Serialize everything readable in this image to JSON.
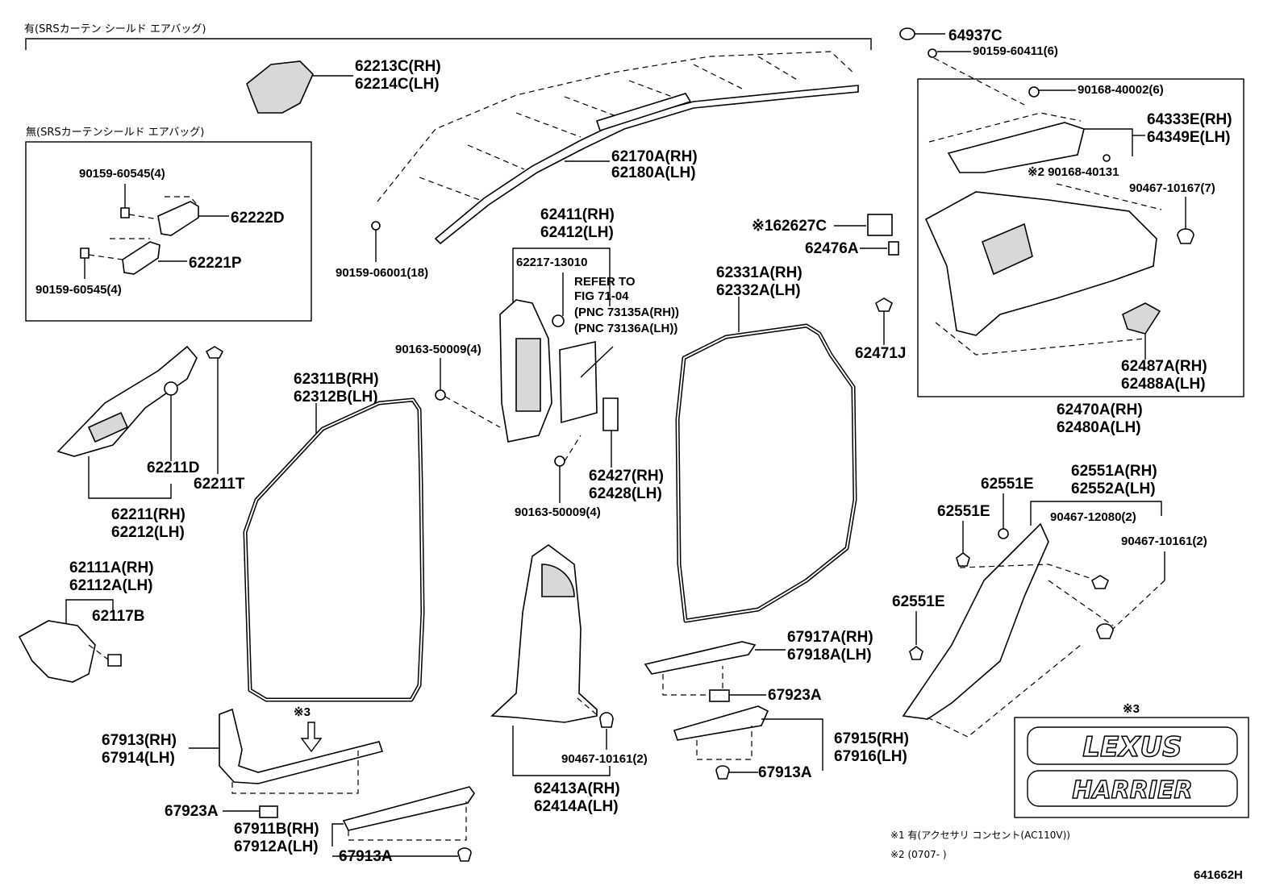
{
  "headers": {
    "with_srs": "有(SRSカーテン シールド エアバッグ)",
    "without_srs": "無(SRSカーテンシールド エアバッグ)"
  },
  "labels": {
    "p62213C": "62213C(RH)",
    "p62214C": "62214C(LH)",
    "p62170A": "62170A(RH)",
    "p62180A": "62180A(LH)",
    "p9015906001": "90159-06001(18)",
    "p9015960545a": "90159-60545(4)",
    "p62222D": "62222D",
    "p62221P": "62221P",
    "p9015960545b": "90159-60545(4)",
    "p62211D": "62211D",
    "p62211T": "62211T",
    "p62211": "62211(RH)",
    "p62212": "62212(LH)",
    "p62111A": "62111A(RH)",
    "p62112A": "62112A(LH)",
    "p62117B": "62117B",
    "p62311B": "62311B(RH)",
    "p62312B": "62312B(LH)",
    "p62411": "62411(RH)",
    "p62412": "62412(LH)",
    "p6221713010": "62217-13010",
    "refer1": "REFER TO",
    "refer2": "FIG 71-04",
    "refer3": "(PNC 73135A(RH))",
    "refer4": "(PNC 73136A(LH))",
    "p9016350009a": "90163-50009(4)",
    "p62427": "62427(RH)",
    "p62428": "62428(LH)",
    "p9016350009b": "90163-50009(4)",
    "p62627C": "※162627C",
    "p62476A": "62476A",
    "p62331A": "62331A(RH)",
    "p62332A": "62332A(LH)",
    "p64937C": "64937C",
    "p9015960411": "90159-60411(6)",
    "p9016840002": "90168-40002(6)",
    "p64333E": "64333E(RH)",
    "p64349E": "64349E(LH)",
    "p9016840131": "※2 90168-40131",
    "p9046710167": "90467-10167(7)",
    "p62471J": "62471J",
    "p62487A": "62487A(RH)",
    "p62488A": "62488A(LH)",
    "p62470A": "62470A(RH)",
    "p62480A": "62480A(LH)",
    "p62551E_a": "62551E",
    "p62551E_b": "62551E",
    "p62551E_c": "62551E",
    "p62551A": "62551A(RH)",
    "p62552A": "62552A(LH)",
    "p9046712080": "90467-12080(2)",
    "p9046710161a": "90467-10161(2)",
    "p67917A": "67917A(RH)",
    "p67918A": "67918A(LH)",
    "p67923A_a": "67923A",
    "p67915": "67915(RH)",
    "p67916": "67916(LH)",
    "p67913A_a": "67913A",
    "p67913": "67913(RH)",
    "p67914": "67914(LH)",
    "note3a": "※3",
    "note3b": "※3",
    "p67923A_b": "67923A",
    "p67911B": "67911B(RH)",
    "p67912A": "67912A(LH)",
    "p67913A_b": "67913A",
    "p9046710161b": "90467-10161(2)",
    "p62413A": "62413A(RH)",
    "p62414A": "62414A(LH)"
  },
  "emblems": {
    "brand": "LEXUS",
    "model": "HARRIER"
  },
  "footnotes": {
    "note1": "※1 有(アクセサリ コンセント(AC110V))",
    "note2": "※2 (0707-      )",
    "figure_id": "641662H"
  }
}
